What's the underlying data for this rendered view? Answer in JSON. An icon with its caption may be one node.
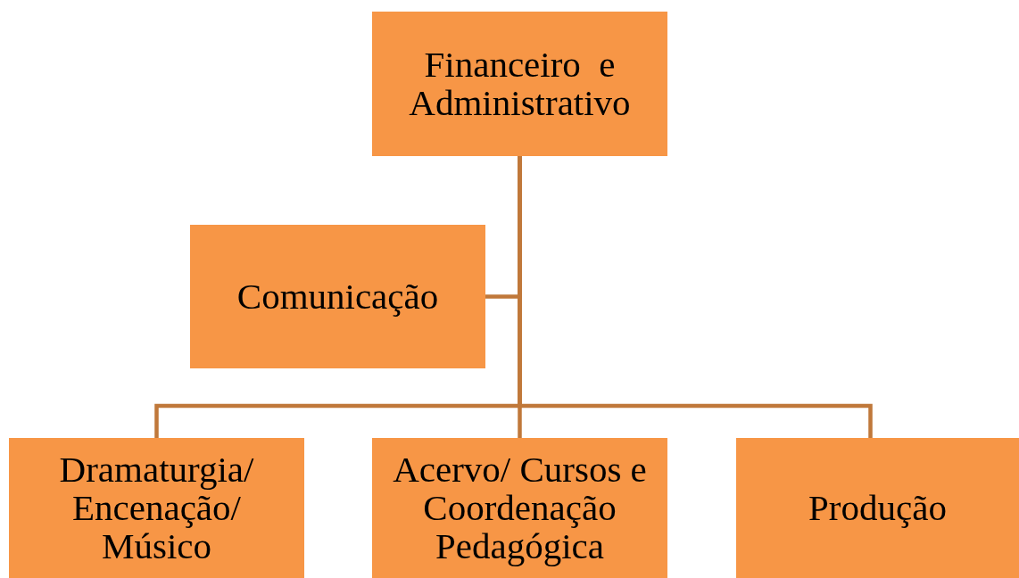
{
  "diagram": {
    "nodes": [
      {
        "text": [
          "Financeiro  e Administrativo"
        ]
      },
      {
        "text": [
          "Comunicação"
        ]
      },
      {
        "text": [
          "Dramaturgia/ Encenação/ Músico"
        ]
      },
      {
        "text": [
          "Acervo/ Cursos e Coordenação Pedagógica"
        ]
      },
      {
        "text": [
          "Produção"
        ]
      }
    ],
    "edges": [
      {
        "from": 0,
        "to": 1,
        "arrow": "none"
      },
      {
        "from": 0,
        "to": 2,
        "arrow": "none"
      },
      {
        "from": 0,
        "to": 3,
        "arrow": "none"
      },
      {
        "from": 0,
        "to": 4,
        "arrow": "none"
      }
    ]
  }
}
